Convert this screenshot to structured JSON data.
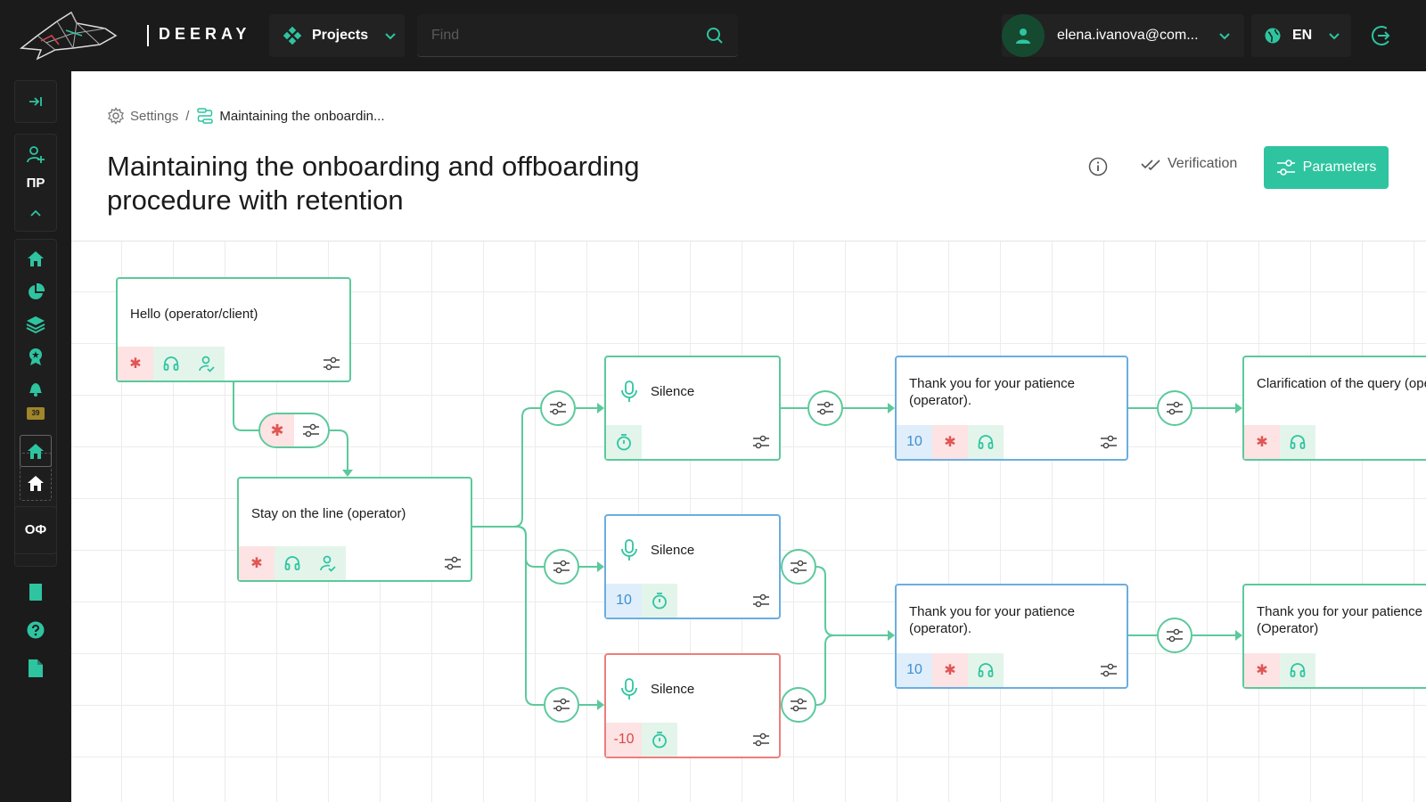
{
  "app": {
    "brand": "DEERAY"
  },
  "topbar": {
    "projects_label": "Projects",
    "search_placeholder": "Find",
    "user_email": "elena.ivanova@com...",
    "language": "EN"
  },
  "rail": {
    "project_short": "ПР",
    "org_short": "ОФ",
    "notification_count": "39"
  },
  "breadcrumb": {
    "settings": "Settings",
    "separator": "/",
    "current": "Maintaining the onboardin..."
  },
  "page": {
    "title": "Maintaining the onboarding and offboarding procedure with retention",
    "verification_label": "Verification",
    "parameters_label": "Parameters"
  },
  "flow": {
    "nodes": [
      {
        "id": "hello",
        "text": "Hello (operator/client)"
      },
      {
        "id": "stay",
        "text": "Stay on the line (operator)"
      },
      {
        "id": "silence1",
        "text": "Silence"
      },
      {
        "id": "silence2",
        "text": "Silence",
        "value": "10"
      },
      {
        "id": "silence3",
        "text": "Silence",
        "value": "-10"
      },
      {
        "id": "thanks1",
        "text": "Thank you for your patience (operator).",
        "value": "10"
      },
      {
        "id": "thanks2",
        "text": "Thank you for your patience (operator).",
        "value": "10"
      },
      {
        "id": "clarify",
        "text": "Clarification of the query (operator)"
      },
      {
        "id": "thanks3",
        "text": "Thank you for your patience (Operator)"
      }
    ]
  },
  "colors": {
    "accent": "#2ec4a0",
    "node_green": "#5cc99c",
    "node_blue": "#6aaee0",
    "node_red": "#ee7d7d",
    "topbar": "#1b1b1b"
  },
  "icons": [
    "settings-gear-icon",
    "flow-icon",
    "info-icon",
    "double-check-icon",
    "sliders-icon",
    "mic-icon",
    "timer-icon",
    "headset-icon",
    "asterisk-icon",
    "user-check-icon",
    "search-icon",
    "globe-icon",
    "logout-icon",
    "chevron-down-icon",
    "diamond-cluster-icon",
    "user-icon"
  ]
}
